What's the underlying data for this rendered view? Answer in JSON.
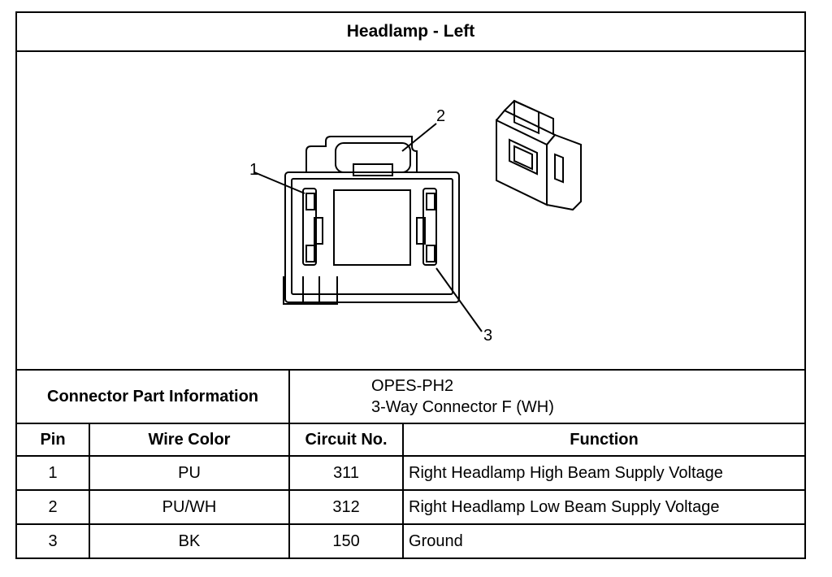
{
  "title": "Headlamp - Left",
  "diagram": {
    "callouts": [
      "1",
      "2",
      "3"
    ]
  },
  "connector": {
    "label": "Connector Part Information",
    "part_number": "OPES-PH2",
    "description": "3-Way Connector F (WH)"
  },
  "table": {
    "headers": [
      "Pin",
      "Wire Color",
      "Circuit No.",
      "Function"
    ],
    "rows": [
      {
        "pin": "1",
        "wire_color": "PU",
        "circuit": "311",
        "function": "Right Headlamp High Beam Supply Voltage"
      },
      {
        "pin": "2",
        "wire_color": "PU/WH",
        "circuit": "312",
        "function": "Right Headlamp Low Beam Supply Voltage"
      },
      {
        "pin": "3",
        "wire_color": "BK",
        "circuit": "150",
        "function": "Ground"
      }
    ]
  }
}
